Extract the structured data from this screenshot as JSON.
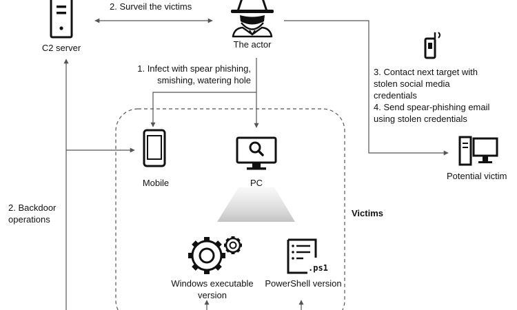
{
  "nodes": {
    "c2_server": "C2 server",
    "actor": "The actor",
    "mobile": "Mobile",
    "pc": "PC",
    "potential_victim": "Potential victim",
    "windows_exe": [
      "Windows executable",
      "version"
    ],
    "powershell": "PowerShell version",
    "ps1_ext": ".ps1",
    "victims_group": "Victims"
  },
  "edges": {
    "surveil": "2. Surveil the victims",
    "infect": [
      "1. Infect with spear phishing,",
      "smishing, watering hole"
    ],
    "contact": [
      "3. Contact next target with",
      "stolen social media",
      "credentials",
      "4. Send spear-phishing email",
      "using stolen credentials"
    ],
    "backdoor": [
      "2. Backdoor",
      "operations"
    ]
  },
  "icons": {
    "server": "server-icon",
    "actor": "hacker-icon",
    "phone": "phone-icon",
    "mobile": "mobile-icon",
    "pc": "monitor-search-icon",
    "desktop": "desktop-computer-icon",
    "gears": "gears-icon",
    "script": "script-file-icon"
  },
  "colors": {
    "line": "#555555",
    "icon": "#111111",
    "beam": "#cfcfcf"
  }
}
